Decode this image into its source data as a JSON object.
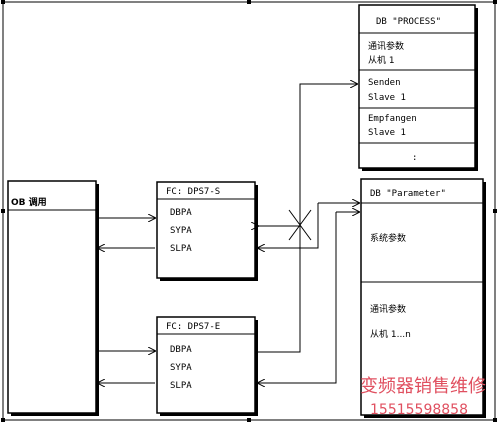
{
  "ob_block": {
    "title": "OB 调用"
  },
  "fc_s": {
    "title": "FC: DPS7-S",
    "rows": [
      "DBPA",
      "SYPA",
      "SLPA"
    ]
  },
  "fc_e": {
    "title": "FC: DPS7-E",
    "rows": [
      "DBPA",
      "SYPA",
      "SLPA"
    ]
  },
  "db_process": {
    "title": "DB \"PROCESS\"",
    "sections": [
      [
        "通讯参数",
        "从机 1"
      ],
      [
        "Senden",
        "Slave 1"
      ],
      [
        "Empfangen",
        "Slave 1"
      ],
      [
        ":"
      ]
    ]
  },
  "db_parameter": {
    "title": "DB \"Parameter\"",
    "section1": "系统参数",
    "section2_line1": "通讯参数",
    "section2_line2": "从机 1...n"
  },
  "watermark": {
    "line1": "变频器销售维修",
    "line2": "15515598858"
  },
  "colors": {
    "line": "#000000",
    "watermark": "#e05060"
  }
}
